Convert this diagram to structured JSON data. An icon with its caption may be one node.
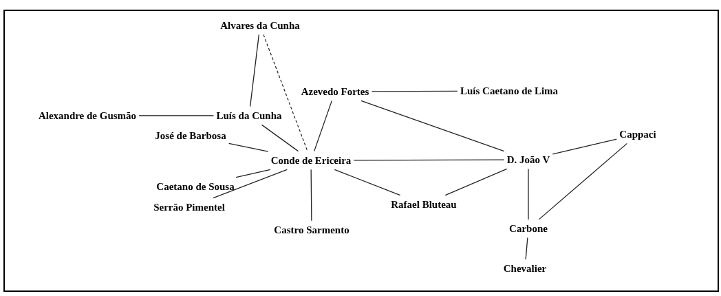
{
  "diagram": {
    "nodes": [
      {
        "text": [
          "Alvares da Cunha"
        ]
      },
      {
        "text": [
          "Azevedo Fortes"
        ]
      },
      {
        "text": [
          "Luís Caetano de Lima"
        ]
      },
      {
        "text": [
          "Alexandre de Gusmão"
        ]
      },
      {
        "text": [
          "Luís da Cunha"
        ]
      },
      {
        "text": [
          "José de Barbosa"
        ]
      },
      {
        "text": [
          "Conde de Ericeira"
        ]
      },
      {
        "text": [
          "D. João V"
        ]
      },
      {
        "text": [
          "Cappaci"
        ]
      },
      {
        "text": [
          "Caetano de Sousa"
        ]
      },
      {
        "text": [
          "Serrão Pimentel"
        ]
      },
      {
        "text": [
          "Rafael Bluteau"
        ]
      },
      {
        "text": [
          "Castro Sarmento"
        ]
      },
      {
        "text": [
          "Carbone"
        ]
      },
      {
        "text": [
          "Chevalier"
        ]
      }
    ],
    "edges": [
      {
        "from": 0,
        "to": 4,
        "arrow": "none"
      },
      {
        "from": 0,
        "to": 6,
        "arrow": "none",
        "style": "dashed"
      },
      {
        "from": 1,
        "to": 2,
        "arrow": "none"
      },
      {
        "from": 3,
        "to": 4,
        "arrow": "none"
      },
      {
        "from": 4,
        "to": 6,
        "arrow": "none"
      },
      {
        "from": 5,
        "to": 6,
        "arrow": "none"
      },
      {
        "from": 1,
        "to": 6,
        "arrow": "none"
      },
      {
        "from": 1,
        "to": 7,
        "arrow": "none"
      },
      {
        "from": 6,
        "to": 7,
        "arrow": "none"
      },
      {
        "from": 9,
        "to": 6,
        "arrow": "none"
      },
      {
        "from": 10,
        "to": 6,
        "arrow": "none"
      },
      {
        "from": 6,
        "to": 11,
        "arrow": "none"
      },
      {
        "from": 6,
        "to": 12,
        "arrow": "none"
      },
      {
        "from": 11,
        "to": 7,
        "arrow": "none"
      },
      {
        "from": 7,
        "to": 8,
        "arrow": "none"
      },
      {
        "from": 8,
        "to": 13,
        "arrow": "none"
      },
      {
        "from": 7,
        "to": 13,
        "arrow": "none"
      },
      {
        "from": 13,
        "to": 14,
        "arrow": "none"
      }
    ]
  }
}
